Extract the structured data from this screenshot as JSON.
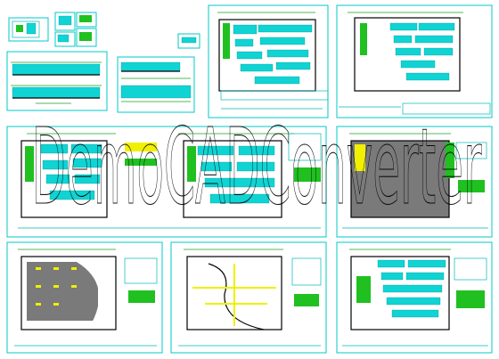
{
  "app": {
    "title": ""
  },
  "watermark": {
    "text": "DemoCADConverter"
  },
  "colors": {
    "frame": "#00c8c8",
    "wall": "#000000",
    "dimension": "#18a020",
    "shelf": "#10d4d4",
    "highlight": "#f0f000",
    "hatch": "#7a7a7a"
  },
  "sheets": [
    {
      "id": "detail-thumbnails"
    },
    {
      "id": "elevation-sheet-1"
    },
    {
      "id": "elevation-sheet-2"
    },
    {
      "id": "floor-plan-1"
    },
    {
      "id": "floor-plan-2"
    },
    {
      "id": "floor-plan-3"
    },
    {
      "id": "floor-plan-4"
    },
    {
      "id": "ceiling-plan-1"
    },
    {
      "id": "ceiling-plan-2"
    },
    {
      "id": "floor-plan-5"
    }
  ]
}
